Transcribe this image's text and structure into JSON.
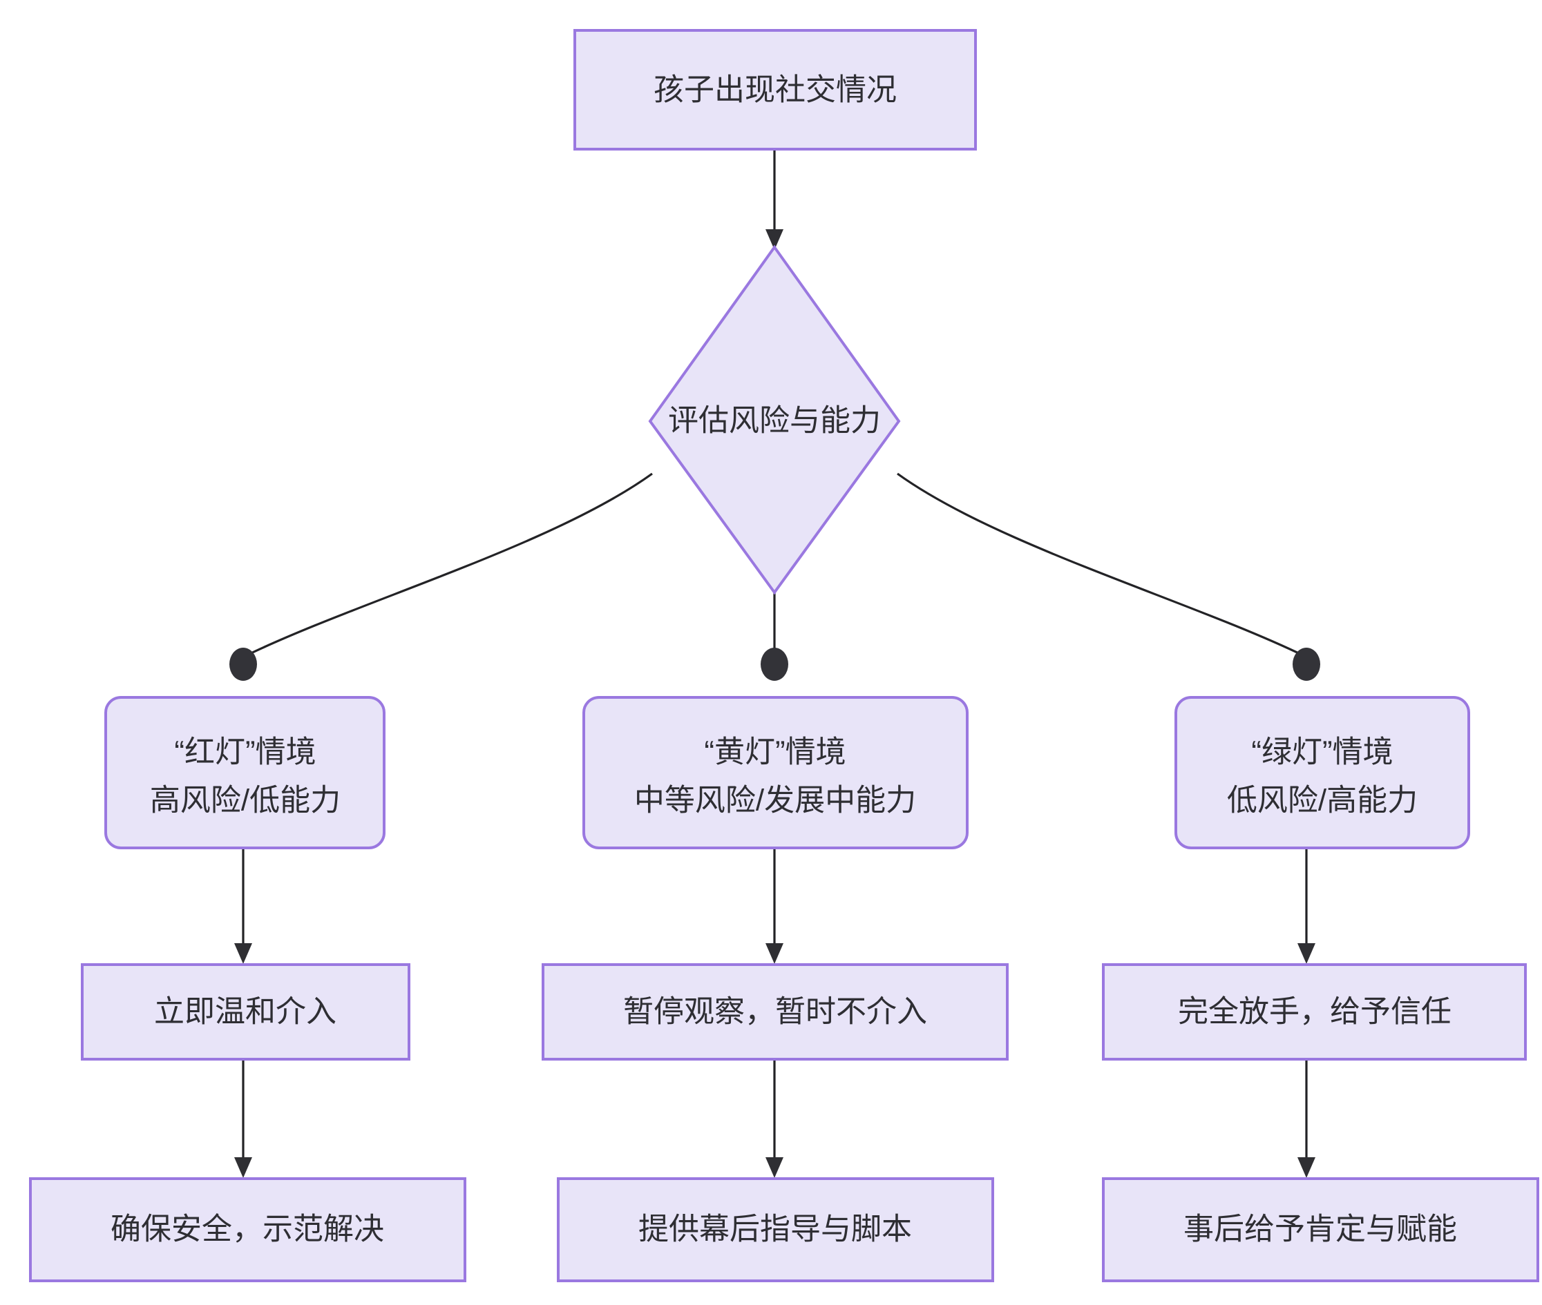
{
  "diagram": {
    "type": "flowchart",
    "direction": "top-down",
    "title_visible": false,
    "colors": {
      "node_fill": "#e8e4f8",
      "node_stroke": "#9a78e0",
      "edge_stroke": "#232326",
      "text": "#2e2e33",
      "background": "#ffffff"
    },
    "nodes": [
      {
        "id": "start",
        "shape": "rectangle",
        "lines": [
          "孩子出现社交情况"
        ]
      },
      {
        "id": "decision",
        "shape": "diamond",
        "lines": [
          "评估风险与能力"
        ]
      },
      {
        "id": "red",
        "shape": "rounded-rectangle",
        "lines": [
          "“红灯”情境",
          "高风险/低能力"
        ]
      },
      {
        "id": "yellow",
        "shape": "rounded-rectangle",
        "lines": [
          "“黄灯”情境",
          "中等风险/发展中能力"
        ]
      },
      {
        "id": "green",
        "shape": "rounded-rectangle",
        "lines": [
          "“绿灯”情境",
          "低风险/高能力"
        ]
      },
      {
        "id": "red-action",
        "shape": "rectangle",
        "lines": [
          "立即温和介入"
        ]
      },
      {
        "id": "yellow-action",
        "shape": "rectangle",
        "lines": [
          "暂停观察，暂时不介入"
        ]
      },
      {
        "id": "green-action",
        "shape": "rectangle",
        "lines": [
          "完全放手，给予信任"
        ]
      },
      {
        "id": "red-followup",
        "shape": "rectangle",
        "lines": [
          "确保安全，示范解决"
        ]
      },
      {
        "id": "yellow-followup",
        "shape": "rectangle",
        "lines": [
          "提供幕后指导与脚本"
        ]
      },
      {
        "id": "green-followup",
        "shape": "rectangle",
        "lines": [
          "事后给予肯定与赋能"
        ]
      }
    ],
    "edges": [
      {
        "from": "start",
        "to": "decision",
        "label": "",
        "end_marker": "arrow"
      },
      {
        "from": "decision",
        "to": "red",
        "label": "",
        "end_marker": "dot"
      },
      {
        "from": "decision",
        "to": "yellow",
        "label": "",
        "end_marker": "dot"
      },
      {
        "from": "decision",
        "to": "green",
        "label": "",
        "end_marker": "dot"
      },
      {
        "from": "red",
        "to": "red-action",
        "label": "",
        "end_marker": "arrow"
      },
      {
        "from": "yellow",
        "to": "yellow-action",
        "label": "",
        "end_marker": "arrow"
      },
      {
        "from": "green",
        "to": "green-action",
        "label": "",
        "end_marker": "arrow"
      },
      {
        "from": "red-action",
        "to": "red-followup",
        "label": "",
        "end_marker": "arrow"
      },
      {
        "from": "yellow-action",
        "to": "yellow-followup",
        "label": "",
        "end_marker": "arrow"
      },
      {
        "from": "green-action",
        "to": "green-followup",
        "label": "",
        "end_marker": "arrow"
      }
    ]
  }
}
